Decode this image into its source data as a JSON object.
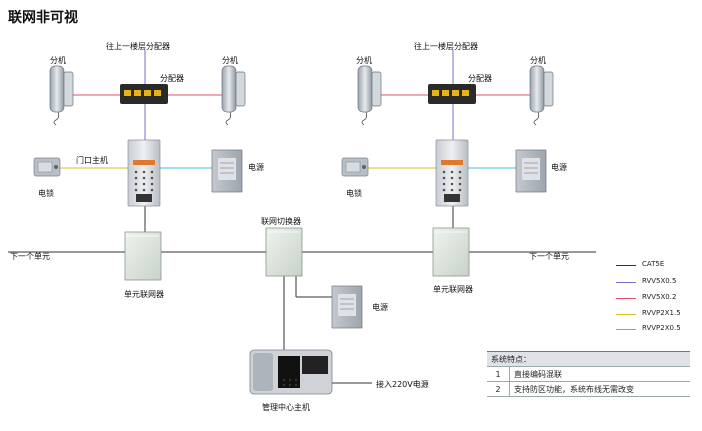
{
  "title": "联网非可视",
  "labels": {
    "upper_floor_left": "往上一楼层分配器",
    "upper_floor_right": "往上一楼层分配器",
    "extension_ll": "分机",
    "extension_lr": "分机",
    "extension_rl": "分机",
    "extension_rr": "分机",
    "distributor_left": "分配器",
    "distributor_right": "分配器",
    "door_host": "门口主机",
    "power_left": "电源",
    "power_right": "电源",
    "power_center": "电源",
    "lock_left": "电锁",
    "lock_right": "电锁",
    "next_unit_left": "下一个单元",
    "next_unit_right": "下一个单元",
    "network_switch": "联网切换器",
    "unit_networker_left": "单元联网器",
    "unit_networker_right": "单元联网器",
    "mgmt_center": "管理中心主机",
    "ac_input": "接入220V电源"
  },
  "legend": [
    {
      "label": "CAT5E",
      "color": "#333333"
    },
    {
      "label": "RVV5X0.5",
      "color": "#7b6fd0"
    },
    {
      "label": "RVV5X0.2",
      "color": "#e0506a"
    },
    {
      "label": "RVVP2X1.5",
      "color": "#d7c21f"
    },
    {
      "label": "RVVP2X0.5",
      "color": "#48b8e6"
    }
  ],
  "features": {
    "header": "系统特点：",
    "rows": [
      {
        "num": "1",
        "text": "直接编码混联"
      },
      {
        "num": "2",
        "text": "支持防区功能，系统布线无需改变"
      }
    ]
  },
  "colors": {
    "cat5e": "#333333",
    "rvv5x05": "#7b6fd0",
    "rvv5x02": "#e0506a",
    "rvvp2x15": "#d7c21f",
    "rvvp2x05": "#48b8e6"
  }
}
